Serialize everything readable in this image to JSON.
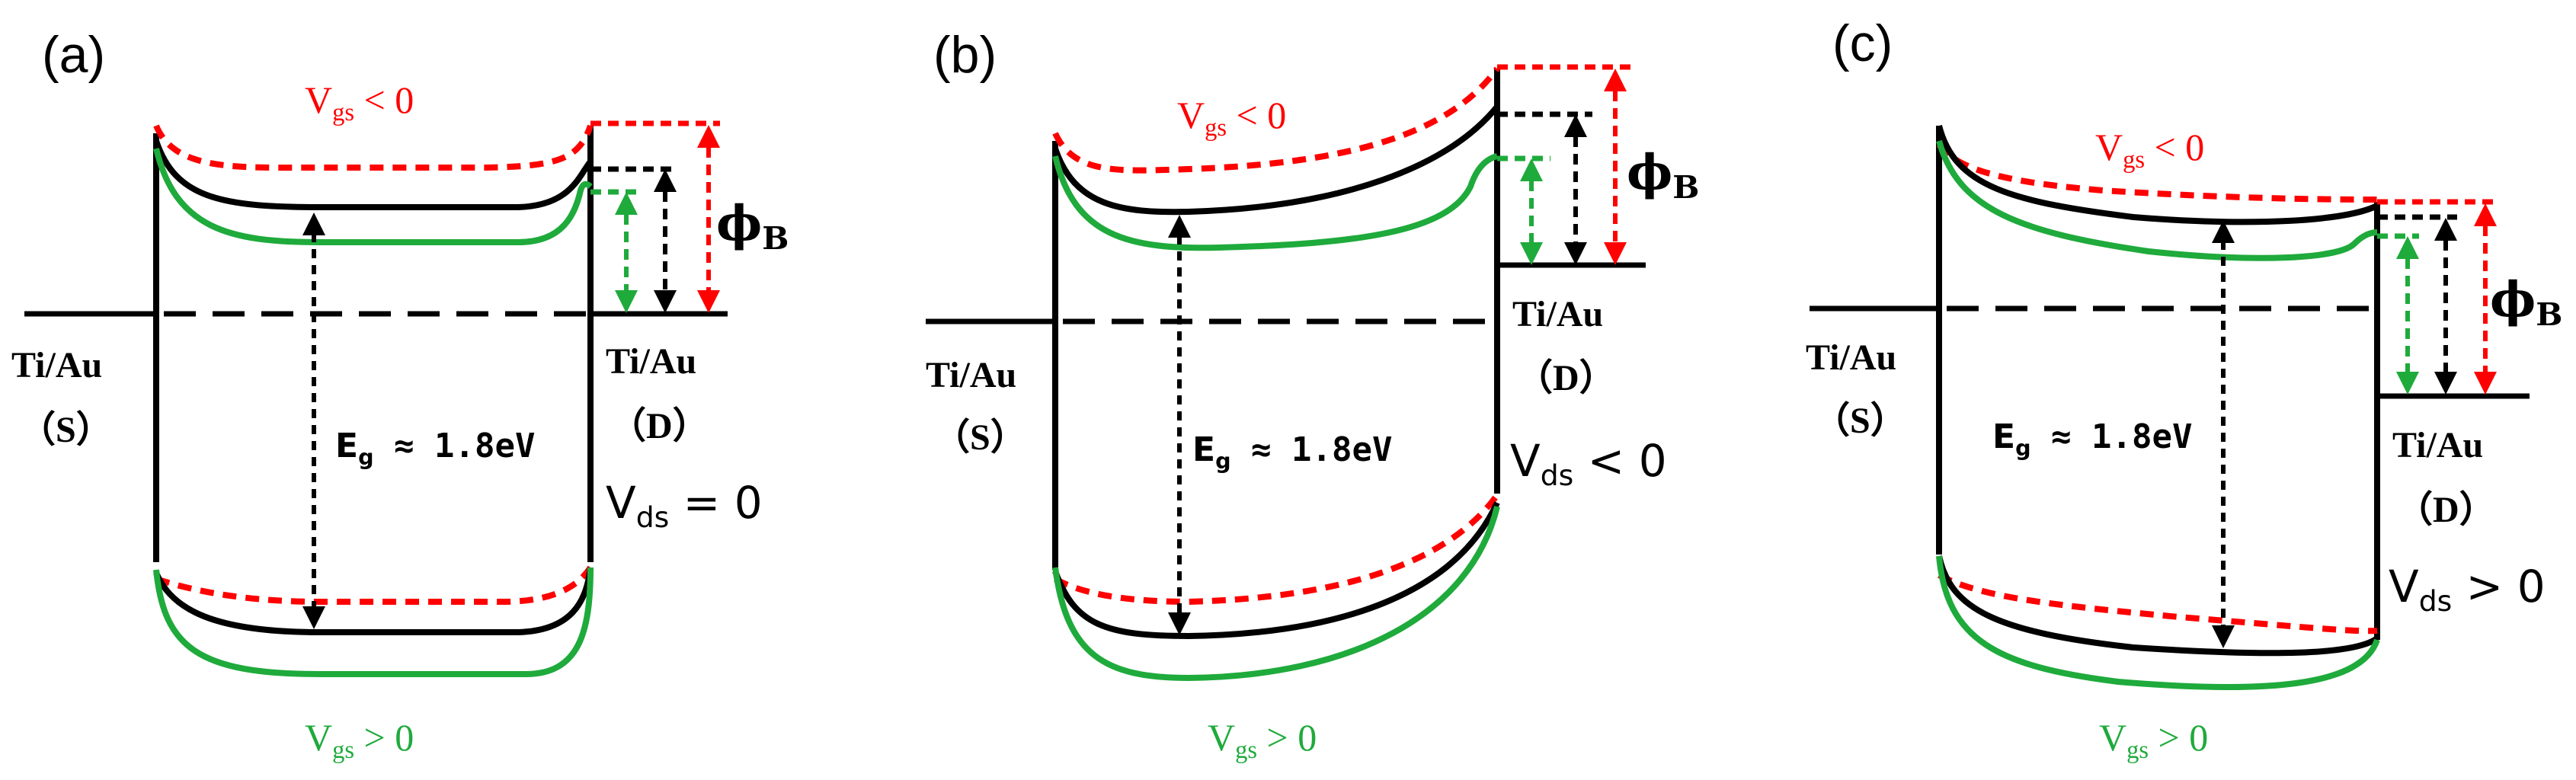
{
  "colors": {
    "black": "#000000",
    "red": "#ff0000",
    "green": "#1faa3c"
  },
  "panels": [
    {
      "id": "a",
      "label": "(a)",
      "vgs_neg": {
        "symbol": "V",
        "sub": "gs",
        "rel": " < 0"
      },
      "vgs_pos": {
        "symbol": "V",
        "sub": "gs",
        "rel": " > 0"
      },
      "source": {
        "metal": "Ti/Au",
        "name": "（S）"
      },
      "drain": {
        "metal": "Ti/Au",
        "name": "（D）"
      },
      "eg": {
        "symbol": "E",
        "sub": "g",
        "rest": " ≈ 1.8eV"
      },
      "vds": {
        "symbol": "V",
        "sub": "ds",
        "rel": " = 0"
      },
      "phi": {
        "symbol": "ϕ",
        "sub": "B"
      }
    },
    {
      "id": "b",
      "label": "(b)",
      "vgs_neg": {
        "symbol": "V",
        "sub": "gs",
        "rel": " < 0"
      },
      "vgs_pos": {
        "symbol": "V",
        "sub": "gs",
        "rel": " > 0"
      },
      "source": {
        "metal": "Ti/Au",
        "name": "（S）"
      },
      "drain": {
        "metal": "Ti/Au",
        "name": "（D）"
      },
      "eg": {
        "symbol": "E",
        "sub": "g",
        "rest": " ≈ 1.8eV"
      },
      "vds": {
        "symbol": "V",
        "sub": "ds",
        "rel": " < 0"
      },
      "phi": {
        "symbol": "ϕ",
        "sub": "B"
      }
    },
    {
      "id": "c",
      "label": "(c)",
      "vgs_neg": {
        "symbol": "V",
        "sub": "gs",
        "rel": " < 0"
      },
      "vgs_pos": {
        "symbol": "V",
        "sub": "gs",
        "rel": " > 0"
      },
      "source": {
        "metal": "Ti/Au",
        "name": "（S）"
      },
      "drain": {
        "metal": "Ti/Au",
        "name": "（D）"
      },
      "eg": {
        "symbol": "E",
        "sub": "g",
        "rest": " ≈ 1.8eV"
      },
      "vds": {
        "symbol": "V",
        "sub": "ds",
        "rel": " > 0"
      },
      "phi": {
        "symbol": "ϕ",
        "sub": "B"
      }
    }
  ]
}
